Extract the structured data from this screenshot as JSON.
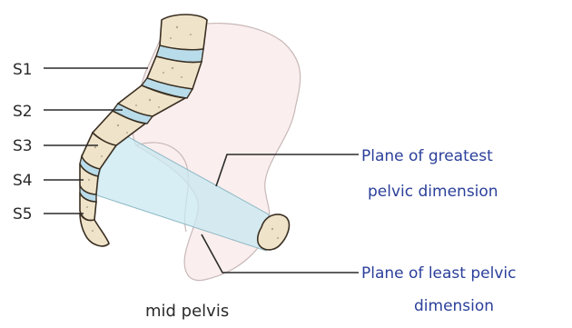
{
  "segments": [
    "S1",
    "S2",
    "S3",
    "S4",
    "S5"
  ],
  "plane_greatest": {
    "line1": "Plane of greatest",
    "line2": "pelvic dimension"
  },
  "plane_least": {
    "line1": "Plane of least pelvic",
    "line2": "dimension"
  },
  "caption": "mid pelvis",
  "colors": {
    "bone_fill": "#efe3c9",
    "bone_outline": "#3a2f22",
    "disc_fill": "#b9dcea",
    "pelvis_fill": "#fbeeee",
    "pelvis_outline": "#c9b8b8",
    "plane_fill": "#cbe9f1",
    "plane_label": "#2b3f9a"
  }
}
